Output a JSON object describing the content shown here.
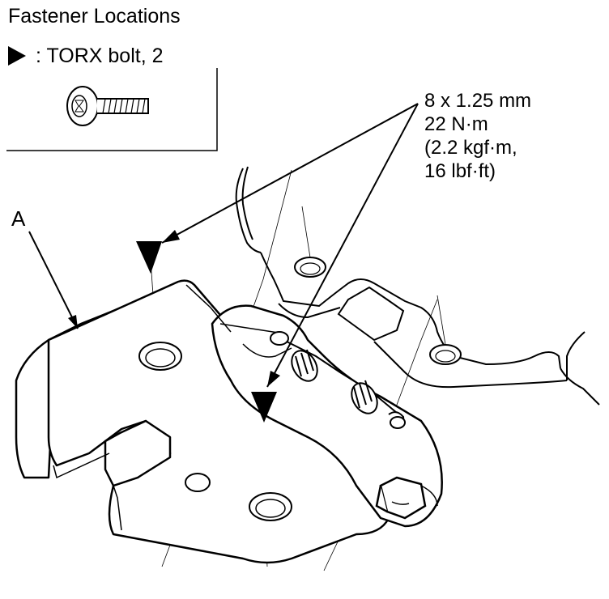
{
  "title": "Fastener Locations",
  "legend": {
    "symbol": "black-triangle-icon",
    "text": ": TORX bolt, 2"
  },
  "spec": {
    "size": "8 x 1.25 mm",
    "torque_nm": "22 N·m",
    "torque_kgf": "(2.2 kgf·m,",
    "torque_lbf": "16 lbf·ft)"
  },
  "part_label": "A"
}
